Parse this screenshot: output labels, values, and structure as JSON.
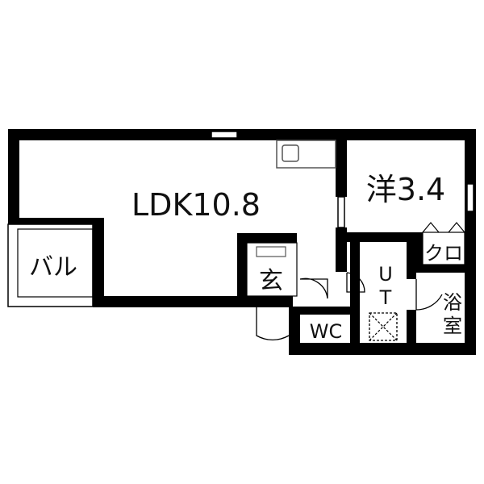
{
  "floor_plan": {
    "rooms": {
      "ldk": "LDK10.8",
      "western_room": "洋3.4",
      "balcony": "バル",
      "entrance": "玄",
      "toilet": "WC",
      "utility_u": "U",
      "utility_t": "T",
      "bath_1": "浴",
      "bath_2": "室",
      "closet": "クロ"
    },
    "colors": {
      "wall": "#000000",
      "background": "#ffffff",
      "fixture_line": "#555555"
    },
    "icons": [
      "kitchen-stove-icon",
      "washing-machine-icon",
      "door-swing-icon",
      "window-icon"
    ]
  }
}
